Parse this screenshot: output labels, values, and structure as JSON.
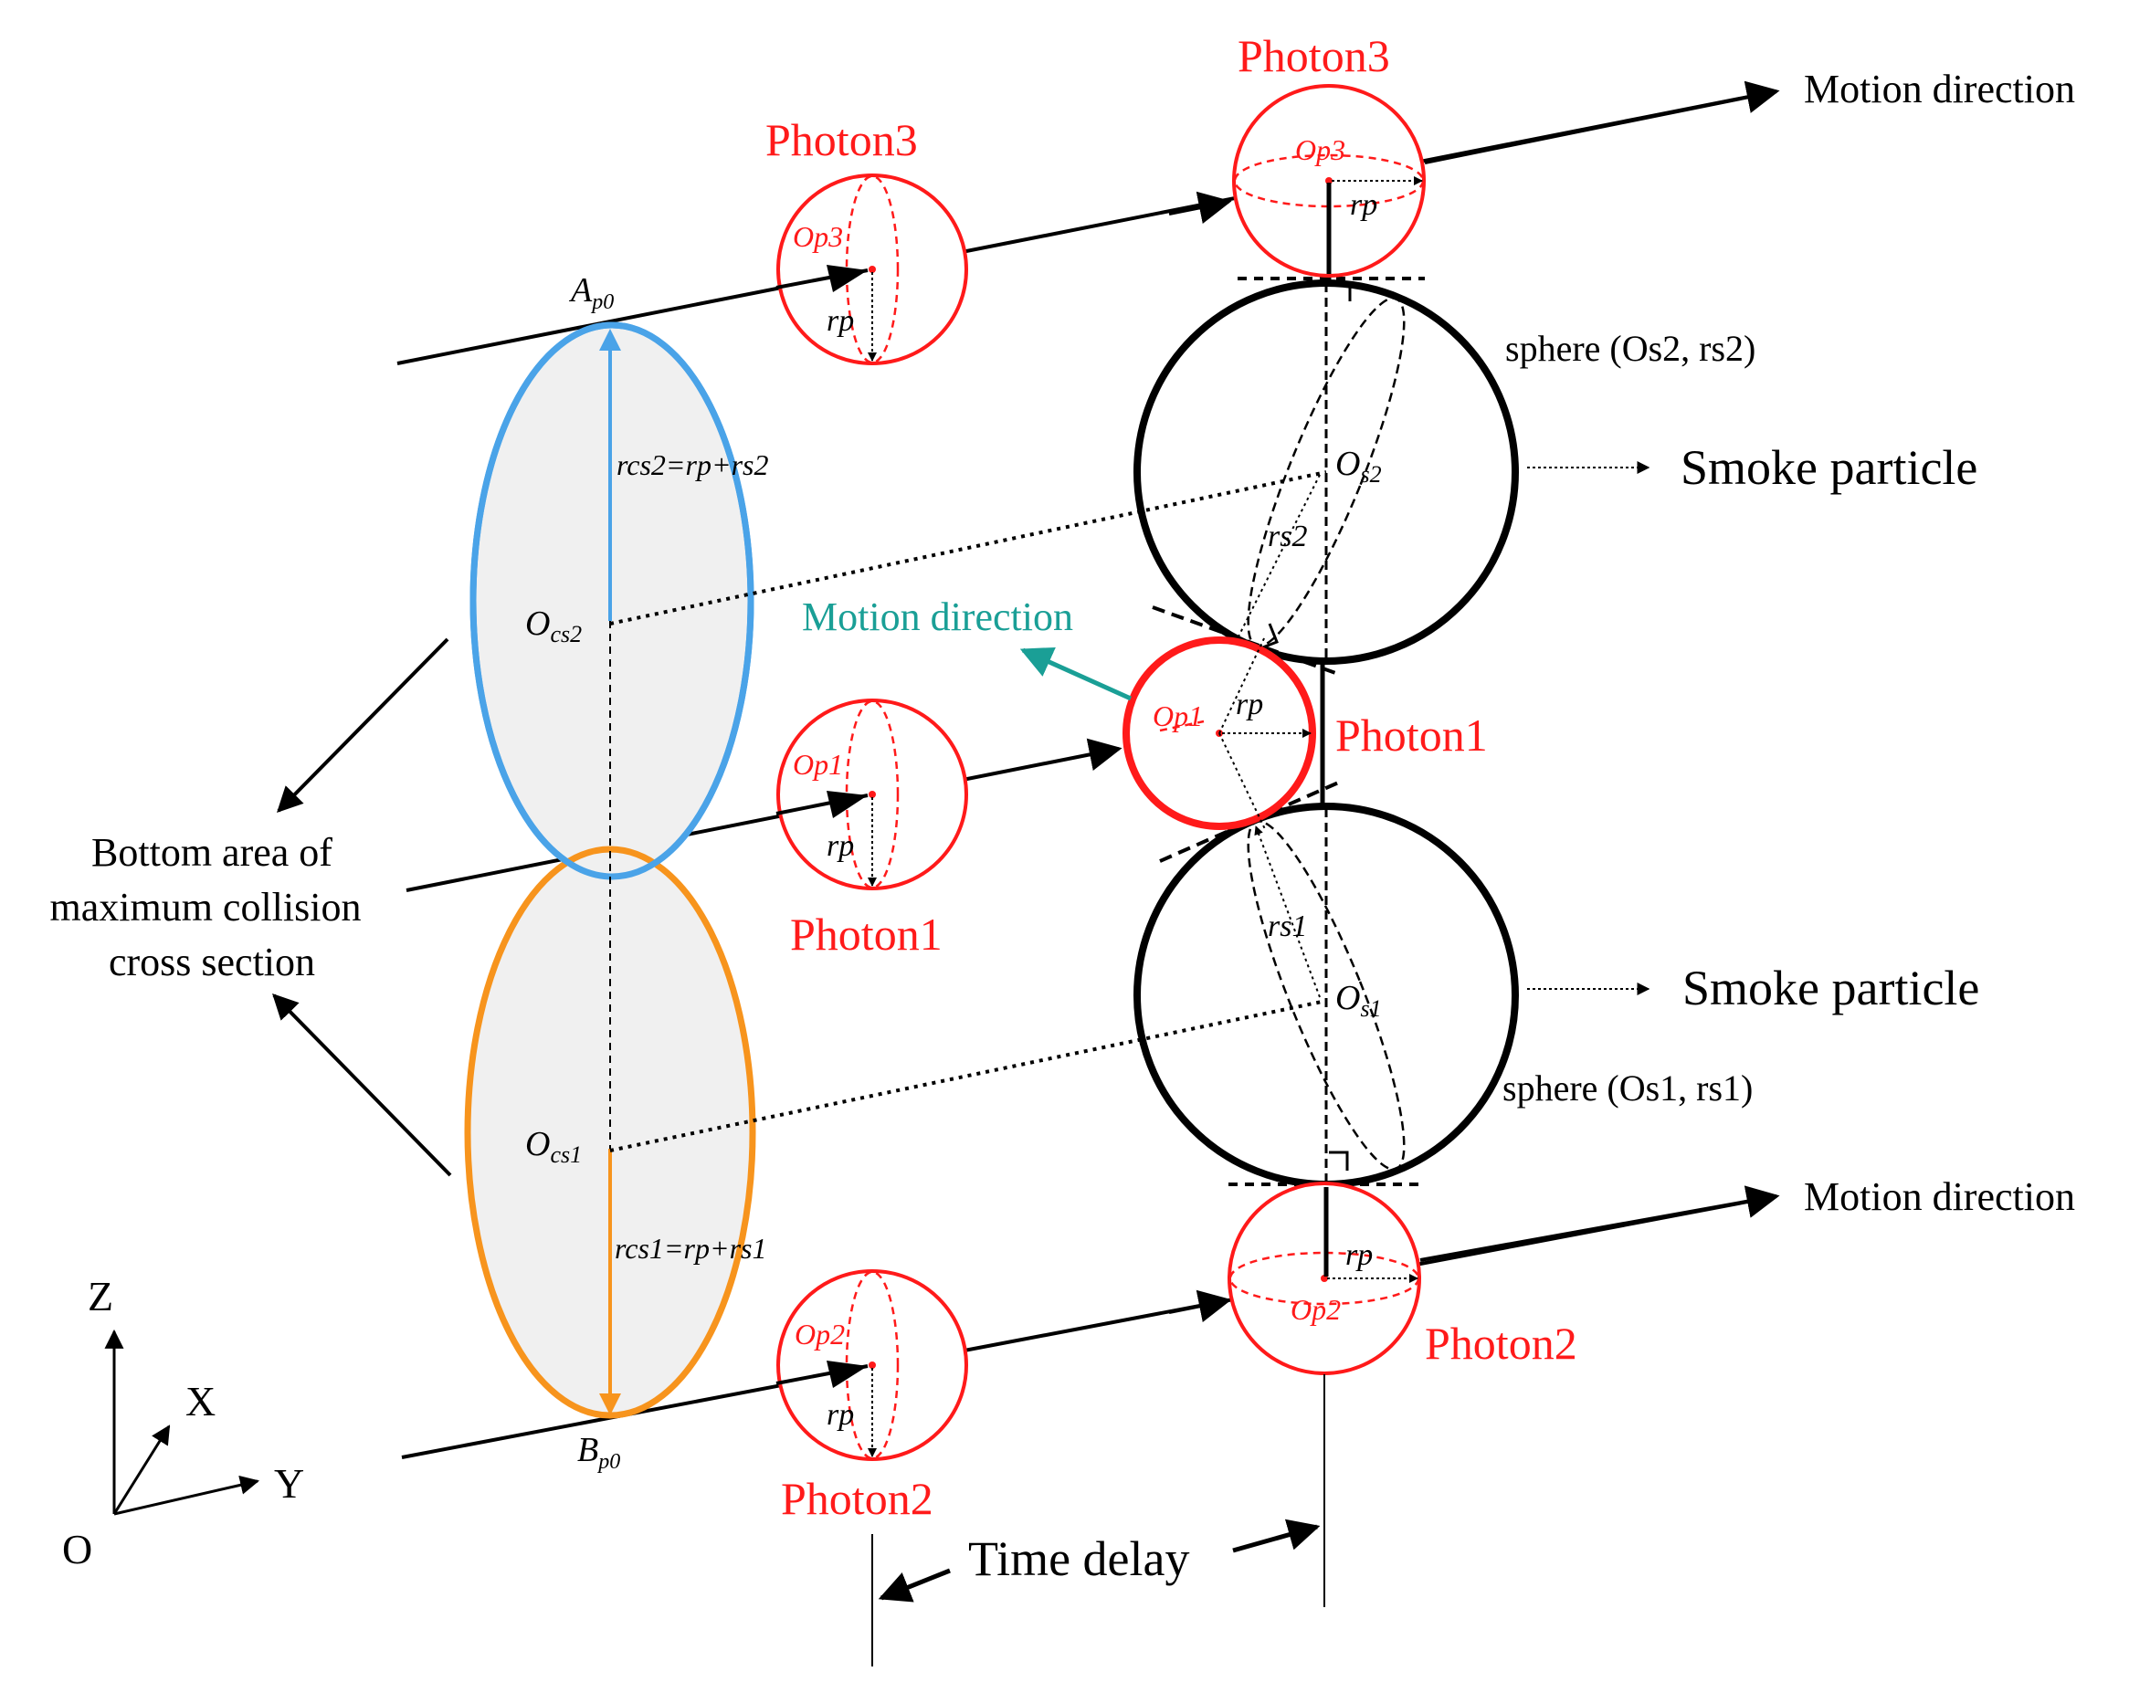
{
  "labels": {
    "photon3_top": "Photon3",
    "photon3_mid": "Photon3",
    "photon1_mid": "Photon1",
    "photon1_right": "Photon1",
    "photon2_mid": "Photon2",
    "photon2_right": "Photon2",
    "motion_top": "Motion direction",
    "motion_bottom": "Motion direction",
    "motion_teal": "Motion direction",
    "smoke_top": "Smoke particle",
    "smoke_bottom": "Smoke particle",
    "bottom_area_1": "Bottom area of",
    "bottom_area_2": "maximum collision",
    "bottom_area_3": "cross section",
    "time_delay": "Time delay",
    "axis_z": "Z",
    "axis_x": "X",
    "axis_y": "Y",
    "axis_o": "O"
  },
  "math": {
    "ap0_main": "A",
    "ap0_sub": "p0",
    "bp0_main": "B",
    "bp0_sub": "p0",
    "ocs2_main": "O",
    "ocs2_sub": "cs2",
    "ocs1_main": "O",
    "ocs1_sub": "cs1",
    "rcs2_expr": "rcs2=rp+rs2",
    "rcs1_expr": "rcs1=rp+rs1",
    "os2_main": "O",
    "os2_sub": "s2",
    "os1_main": "O",
    "os1_sub": "s1",
    "rs2": "rs2",
    "rs1": "rs1",
    "rp": "rp",
    "op3": "Op3",
    "op1": "Op1",
    "op2": "Op2",
    "sphere2": "sphere (Os2, rs2)",
    "sphere1": "sphere (Os1, rs1)"
  },
  "colors": {
    "photon": "#ff1a1a",
    "blue_ellipse": "#4aa3e8",
    "orange_ellipse": "#f7941d",
    "teal": "#1a9f96",
    "fill_gray": "#f0f0f0"
  }
}
